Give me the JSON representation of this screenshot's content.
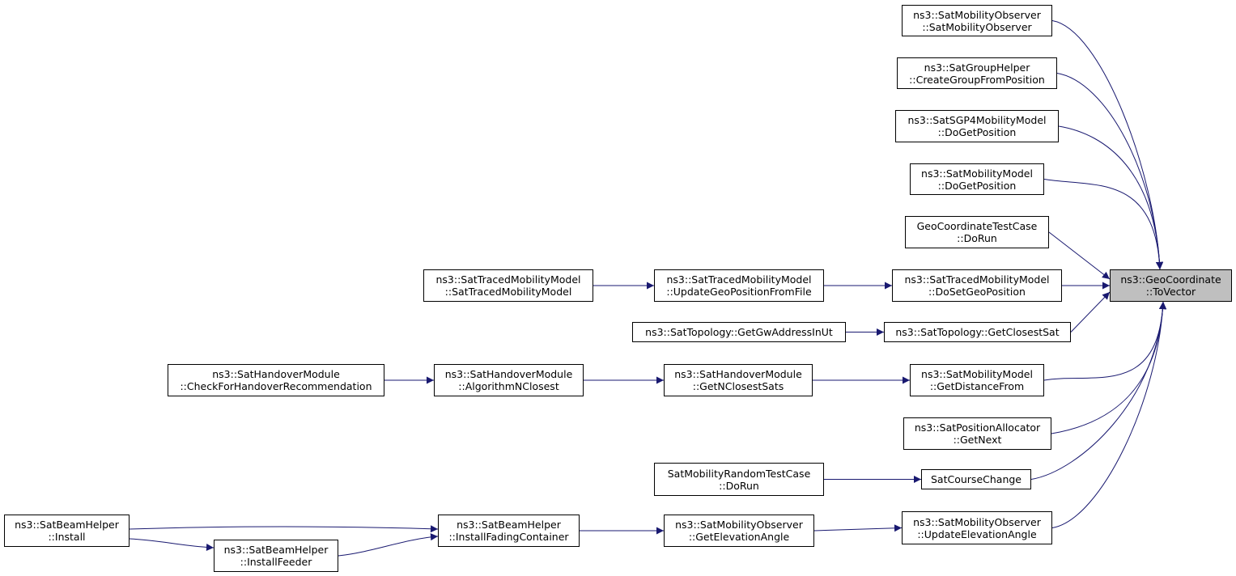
{
  "colors": {
    "edge": "#191970",
    "node_border": "#000000",
    "node_fill": "#ffffff",
    "focus_fill": "#bfbfbf"
  },
  "nodes": [
    {
      "id": "geo_tovector",
      "lines": [
        "ns3::GeoCoordinate",
        "::ToVector"
      ],
      "focus": true
    },
    {
      "id": "mobobs_ctor",
      "lines": [
        "ns3::SatMobilityObserver",
        "::SatMobilityObserver"
      ]
    },
    {
      "id": "grouphelper_create",
      "lines": [
        "ns3::SatGroupHelper",
        "::CreateGroupFromPosition"
      ]
    },
    {
      "id": "sgp4_getpos",
      "lines": [
        "ns3::SatSGP4MobilityModel",
        "::DoGetPosition"
      ]
    },
    {
      "id": "mobmodel_getpos",
      "lines": [
        "ns3::SatMobilityModel",
        "::DoGetPosition"
      ]
    },
    {
      "id": "geotest_dorun",
      "lines": [
        "GeoCoordinateTestCase",
        "::DoRun"
      ]
    },
    {
      "id": "traced_setgeo",
      "lines": [
        "ns3::SatTracedMobilityModel",
        "::DoSetGeoPosition"
      ]
    },
    {
      "id": "traced_update",
      "lines": [
        "ns3::SatTracedMobilityModel",
        "::UpdateGeoPositionFromFile"
      ]
    },
    {
      "id": "traced_ctor",
      "lines": [
        "ns3::SatTracedMobilityModel",
        "::SatTracedMobilityModel"
      ]
    },
    {
      "id": "topo_closestsat",
      "lines": [
        "ns3::SatTopology::GetClosestSat"
      ]
    },
    {
      "id": "topo_gwaddr",
      "lines": [
        "ns3::SatTopology::GetGwAddressInUt"
      ]
    },
    {
      "id": "mobmodel_dist",
      "lines": [
        "ns3::SatMobilityModel",
        "::GetDistanceFrom"
      ]
    },
    {
      "id": "handover_nclosestsats",
      "lines": [
        "ns3::SatHandoverModule",
        "::GetNClosestSats"
      ]
    },
    {
      "id": "handover_algo",
      "lines": [
        "ns3::SatHandoverModule",
        "::AlgorithmNClosest"
      ]
    },
    {
      "id": "handover_check",
      "lines": [
        "ns3::SatHandoverModule",
        "::CheckForHandoverRecommendation"
      ]
    },
    {
      "id": "posalloc_next",
      "lines": [
        "ns3::SatPositionAllocator",
        "::GetNext"
      ]
    },
    {
      "id": "coursechange",
      "lines": [
        "SatCourseChange"
      ]
    },
    {
      "id": "mobrandom_dorun",
      "lines": [
        "SatMobilityRandomTestCase",
        "::DoRun"
      ]
    },
    {
      "id": "mobobs_updelev",
      "lines": [
        "ns3::SatMobilityObserver",
        "::UpdateElevationAngle"
      ]
    },
    {
      "id": "mobobs_getelev",
      "lines": [
        "ns3::SatMobilityObserver",
        "::GetElevationAngle"
      ]
    },
    {
      "id": "beam_fading",
      "lines": [
        "ns3::SatBeamHelper",
        "::InstallFadingContainer"
      ]
    },
    {
      "id": "beam_install",
      "lines": [
        "ns3::SatBeamHelper",
        "::Install"
      ]
    },
    {
      "id": "beam_feeder",
      "lines": [
        "ns3::SatBeamHelper",
        "::InstallFeeder"
      ]
    }
  ],
  "edges": [
    {
      "from": "mobobs_ctor",
      "to": "geo_tovector"
    },
    {
      "from": "grouphelper_create",
      "to": "geo_tovector"
    },
    {
      "from": "sgp4_getpos",
      "to": "geo_tovector"
    },
    {
      "from": "mobmodel_getpos",
      "to": "geo_tovector"
    },
    {
      "from": "geotest_dorun",
      "to": "geo_tovector"
    },
    {
      "from": "traced_setgeo",
      "to": "geo_tovector"
    },
    {
      "from": "topo_closestsat",
      "to": "geo_tovector"
    },
    {
      "from": "mobmodel_dist",
      "to": "geo_tovector"
    },
    {
      "from": "posalloc_next",
      "to": "geo_tovector"
    },
    {
      "from": "coursechange",
      "to": "geo_tovector"
    },
    {
      "from": "mobobs_updelev",
      "to": "geo_tovector"
    },
    {
      "from": "traced_update",
      "to": "traced_setgeo"
    },
    {
      "from": "traced_ctor",
      "to": "traced_update"
    },
    {
      "from": "topo_gwaddr",
      "to": "topo_closestsat"
    },
    {
      "from": "handover_nclosestsats",
      "to": "mobmodel_dist"
    },
    {
      "from": "handover_algo",
      "to": "handover_nclosestsats"
    },
    {
      "from": "handover_check",
      "to": "handover_algo"
    },
    {
      "from": "mobrandom_dorun",
      "to": "coursechange"
    },
    {
      "from": "mobobs_getelev",
      "to": "mobobs_updelev"
    },
    {
      "from": "beam_fading",
      "to": "mobobs_getelev"
    },
    {
      "from": "beam_install",
      "to": "beam_fading"
    },
    {
      "from": "beam_install",
      "to": "beam_feeder"
    },
    {
      "from": "beam_feeder",
      "to": "beam_fading"
    }
  ]
}
